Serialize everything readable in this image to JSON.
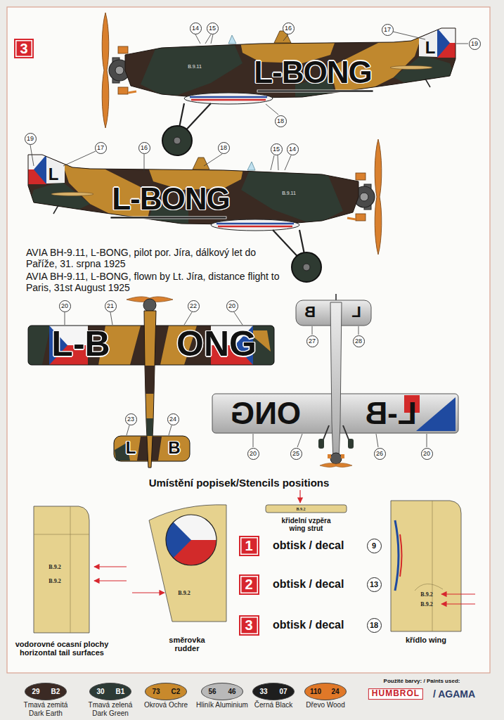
{
  "diagram": {
    "nodes": [
      {
        "text": [
          "3"
        ]
      },
      {
        "text": [
          "14"
        ]
      },
      {
        "text": [
          "15"
        ]
      },
      {
        "text": [
          "16"
        ]
      },
      {
        "text": [
          "17"
        ]
      },
      {
        "text": [
          "19"
        ]
      },
      {
        "text": [
          "18"
        ]
      },
      {
        "text": [
          "19"
        ]
      },
      {
        "text": [
          "17"
        ]
      },
      {
        "text": [
          "16"
        ]
      },
      {
        "text": [
          "18"
        ]
      },
      {
        "text": [
          "15"
        ]
      },
      {
        "text": [
          "14"
        ]
      },
      {
        "text": [
          "20"
        ]
      },
      {
        "text": [
          "21"
        ]
      },
      {
        "text": [
          "22"
        ]
      },
      {
        "text": [
          "20"
        ]
      },
      {
        "text": [
          "23"
        ]
      },
      {
        "text": [
          "24"
        ]
      },
      {
        "text": [
          "27"
        ]
      },
      {
        "text": [
          "28"
        ]
      },
      {
        "text": [
          "20"
        ]
      },
      {
        "text": [
          "25"
        ]
      },
      {
        "text": [
          "26"
        ]
      },
      {
        "text": [
          "20"
        ]
      },
      {
        "text": [
          "B.9.2",
          "B.9.2",
          "vodorovné ocasní plochy horizontal tail surfaces"
        ]
      },
      {
        "text": [
          "B.9.2",
          "směrovka rudder"
        ]
      },
      {
        "text": [
          "B.9.2",
          "křidelní vzpěra wing strut"
        ]
      },
      {
        "text": [
          "B.9.2",
          "B.9.2",
          "křídlo wing"
        ]
      },
      {
        "text": [
          "1"
        ]
      },
      {
        "text": [
          "9"
        ]
      },
      {
        "text": [
          "2"
        ]
      },
      {
        "text": [
          "13"
        ]
      },
      {
        "text": [
          "3"
        ]
      },
      {
        "text": [
          "18"
        ]
      }
    ],
    "labels": [
      "AVIA BH-9.11, L-BONG, pilot por. Jíra, dálkový let do Paříže, 31. srpna 1925",
      "AVIA BH-9.11, L-BONG, flown by Lt. Jíra, distance flight to Paris, 31st August 1925",
      "L-BONG",
      "B.9.11",
      "L",
      "L-BONG",
      "B.9.11",
      "L",
      "L-B",
      "ONG",
      "L",
      "B",
      "ONG",
      "L-B",
      "B",
      "L",
      "Umístění popisek/Stencils positions",
      "obtisk / decal",
      "obtisk / decal",
      "obtisk / decal",
      "29",
      "B2",
      "30",
      "B1",
      "73",
      "C2",
      "56",
      "46",
      "33",
      "07",
      "110",
      "24",
      "Použité barvy: / Paints used:",
      "HUMBROL",
      "/ AGAMA"
    ],
    "legend": [
      {
        "text": "Tmavá zemitá Dark Earth",
        "color": "#3b2a24"
      },
      {
        "text": "Tmavá zelená Dark Green",
        "color": "#2c3a35"
      },
      {
        "text": "Okrová Ochre",
        "color": "#c8892c"
      },
      {
        "text": "Hliník Aluminium",
        "color": "#b9b9b9"
      },
      {
        "text": "Černá Black",
        "color": "#1e1e1e"
      },
      {
        "text": "Dřevo Wood",
        "color": "#e07828"
      }
    ]
  }
}
